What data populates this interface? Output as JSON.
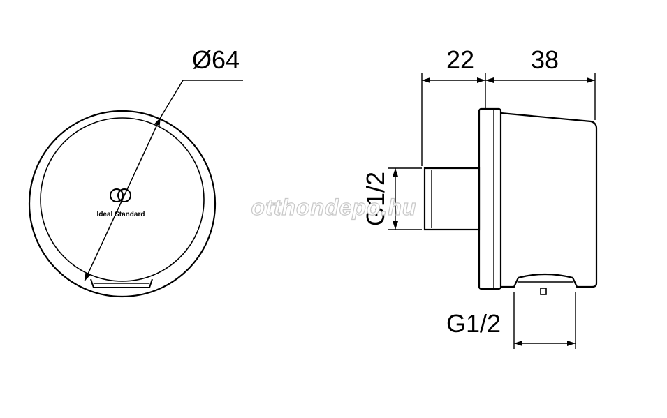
{
  "drawing": {
    "front_view": {
      "diameter_label": "Ø64",
      "logo_text": "Ideal Standard"
    },
    "side_view": {
      "depth_label_1": "22",
      "depth_label_2": "38",
      "thread_label_vertical": "G1/2",
      "thread_label_bottom": "G1/2"
    },
    "watermark": "otthondepo.hu",
    "colors": {
      "line": "#000000",
      "background": "#ffffff",
      "watermark_outline": "#c8c8c8"
    }
  }
}
